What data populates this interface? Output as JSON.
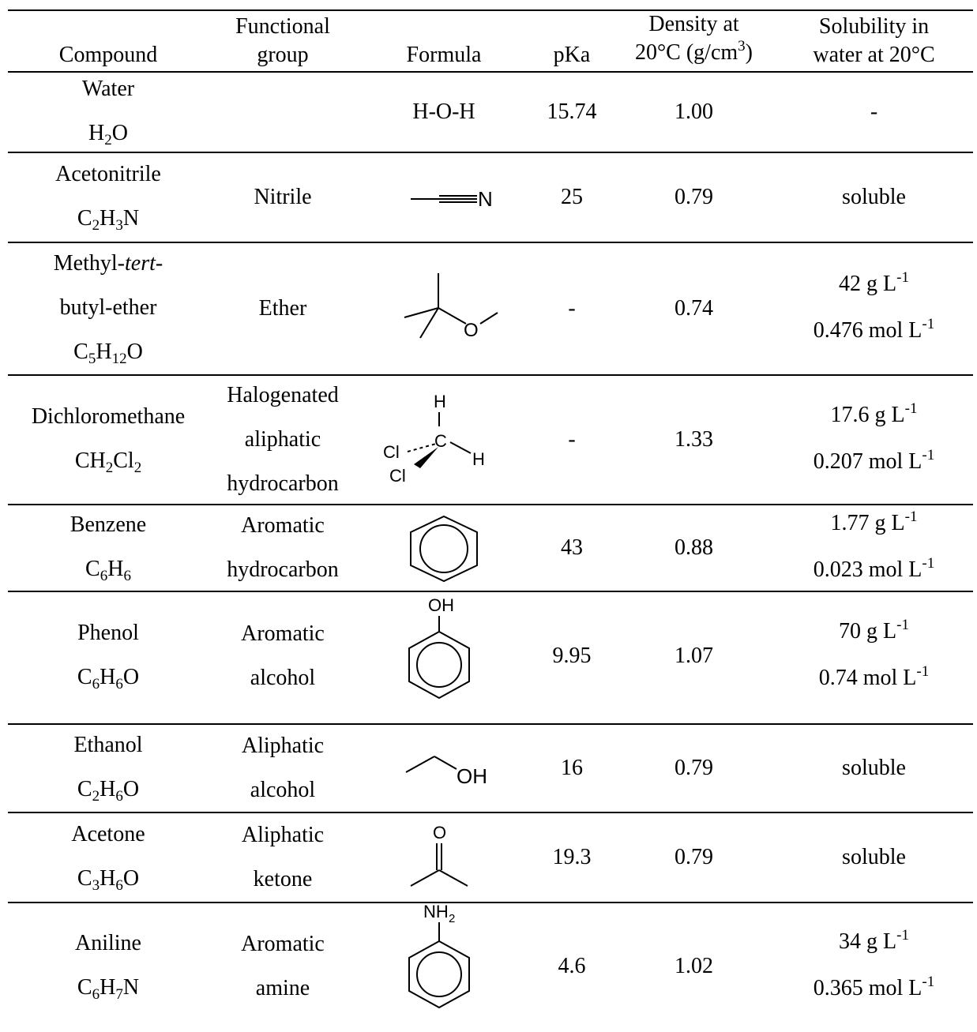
{
  "header": {
    "compound": "Compound",
    "functional_group_1": "Functional",
    "functional_group_2": "group",
    "formula": "Formula",
    "pka": "pKa",
    "density_1": "Density at",
    "density_2": "20°C (g/cm",
    "density_sup": "3",
    "density_3": ")",
    "solubility_1": "Solubility in",
    "solubility_2": "water at 20°C"
  },
  "rows": [
    {
      "name": [
        "Water"
      ],
      "formula": [
        [
          "H",
          "2"
        ],
        [
          "O",
          ""
        ]
      ],
      "group": [],
      "structure_text": "H-O-H",
      "structure_icon": "water-structure",
      "pka": "15.74",
      "density": "1.00",
      "solubility": [
        {
          "v": "-",
          "u": "",
          "e": ""
        }
      ]
    },
    {
      "name": [
        "Acetonitrile"
      ],
      "formula": [
        [
          "C",
          "2"
        ],
        [
          "H",
          "3"
        ],
        [
          "N",
          ""
        ]
      ],
      "group": [
        "Nitrile"
      ],
      "structure_icon": "acetonitrile-structure",
      "labels": [
        "N"
      ],
      "pka": "25",
      "density": "0.79",
      "solubility": [
        {
          "v": "soluble",
          "u": "",
          "e": ""
        }
      ]
    },
    {
      "name": [
        "Methyl-",
        "tert",
        "-",
        "butyl-ether"
      ],
      "formula": [
        [
          "C",
          "5"
        ],
        [
          "H",
          "12"
        ],
        [
          "O",
          ""
        ]
      ],
      "group": [
        "Ether"
      ],
      "structure_icon": "mtbe-structure",
      "labels": [
        "O"
      ],
      "pka": "-",
      "density": "0.74",
      "solubility": [
        {
          "v": "42 g L",
          "u": "",
          "e": "-1"
        },
        {
          "v": "0.476 mol L",
          "u": "",
          "e": "-1"
        }
      ]
    },
    {
      "name": [
        "Dichloromethane"
      ],
      "formula": [
        [
          "CH",
          ""
        ],
        [
          "2",
          ""
        ],
        [
          "Cl",
          "2"
        ]
      ],
      "group": [
        "Halogenated",
        "aliphatic",
        "hydrocarbon"
      ],
      "structure_icon": "dichloromethane-structure",
      "labels": [
        "H",
        "Cl",
        "C",
        "H",
        "Cl"
      ],
      "pka": "-",
      "density": "1.33",
      "solubility": [
        {
          "v": "17.6 g L",
          "u": "",
          "e": "-1"
        },
        {
          "v": "0.207 mol L",
          "u": "",
          "e": "-1"
        }
      ]
    },
    {
      "name": [
        "Benzene"
      ],
      "formula": [
        [
          "C",
          "6"
        ],
        [
          "H",
          "6"
        ]
      ],
      "group": [
        "Aromatic",
        "hydrocarbon"
      ],
      "structure_icon": "benzene-structure",
      "pka": "43",
      "density": "0.88",
      "solubility": [
        {
          "v": "1.77 g L",
          "u": "",
          "e": "-1"
        },
        {
          "v": "0.023 mol L",
          "u": "",
          "e": "-1"
        }
      ]
    },
    {
      "name": [
        "Phenol"
      ],
      "formula": [
        [
          "C",
          "6"
        ],
        [
          "H",
          "6"
        ],
        [
          "O",
          ""
        ]
      ],
      "group": [
        "Aromatic",
        "alcohol"
      ],
      "structure_icon": "phenol-structure",
      "labels": [
        "OH"
      ],
      "pka": "9.95",
      "density": "1.07",
      "solubility": [
        {
          "v": "70 g L",
          "u": "",
          "e": "-1"
        },
        {
          "v": "0.74 mol L",
          "u": "",
          "e": "-1"
        }
      ]
    },
    {
      "name": [
        "Ethanol"
      ],
      "formula": [
        [
          "C",
          "2"
        ],
        [
          "H",
          "6"
        ],
        [
          "O",
          ""
        ]
      ],
      "group": [
        "Aliphatic",
        "alcohol"
      ],
      "structure_icon": "ethanol-structure",
      "labels": [
        "OH"
      ],
      "pka": "16",
      "density": "0.79",
      "solubility": [
        {
          "v": "soluble",
          "u": "",
          "e": ""
        }
      ]
    },
    {
      "name": [
        "Acetone"
      ],
      "formula": [
        [
          "C",
          "3"
        ],
        [
          "H",
          "6"
        ],
        [
          "O",
          ""
        ]
      ],
      "group": [
        "Aliphatic",
        "ketone"
      ],
      "structure_icon": "acetone-structure",
      "labels": [
        "O"
      ],
      "pka": "19.3",
      "density": "0.79",
      "solubility": [
        {
          "v": "soluble",
          "u": "",
          "e": ""
        }
      ]
    },
    {
      "name": [
        "Aniline"
      ],
      "formula": [
        [
          "C",
          "6"
        ],
        [
          "H",
          "7"
        ],
        [
          "N",
          ""
        ]
      ],
      "group": [
        "Aromatic",
        "amine"
      ],
      "structure_icon": "aniline-structure",
      "labels": [
        "NH",
        "2"
      ],
      "pka": "4.6",
      "density": "1.02",
      "solubility": [
        {
          "v": "34 g L",
          "u": "",
          "e": "-1"
        },
        {
          "v": "0.365 mol L",
          "u": "",
          "e": "-1"
        }
      ]
    }
  ]
}
